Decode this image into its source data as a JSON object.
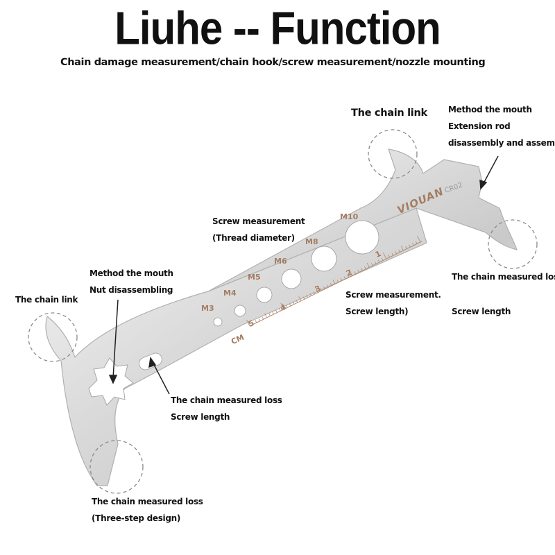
{
  "title": "Liuhe -- Function",
  "subtitle": "Chain damage measurement/chain hook/screw measurement/nozzle mounting",
  "tool": {
    "brand": "VIOUAN",
    "model": "CR02",
    "unit": "CM",
    "scale_numbers": [
      "1",
      "2",
      "3",
      "4",
      "5"
    ],
    "hole_sizes": [
      "M3",
      "M4",
      "M5",
      "M6",
      "M8",
      "M10"
    ]
  },
  "labels": {
    "chain_link_top": "The chain link",
    "mouth_top": [
      "Method the mouth",
      "Extension rod",
      "disassembly and assembly"
    ],
    "screw_thread": [
      "Screw measurement",
      "(Thread diameter)"
    ],
    "mouth_left": [
      "Method the mouth",
      "Nut disassembling"
    ],
    "chain_link_left": "The chain link",
    "chain_loss_right": "The chain measured loss",
    "screw_length_right": "Screw length",
    "screw_measure_mid": [
      "Screw measurement.",
      "Screw length)"
    ],
    "chain_loss_mid": [
      "The chain measured loss",
      "Screw length"
    ],
    "chain_loss_bottom": [
      "The chain measured loss",
      "(Three-step design)"
    ]
  }
}
